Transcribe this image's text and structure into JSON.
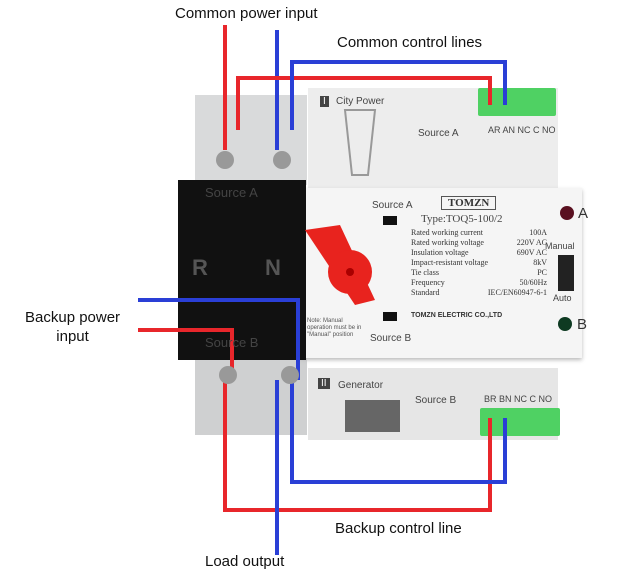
{
  "labels": {
    "common_power_input": "Common power input",
    "common_control_lines": "Common control lines",
    "backup_power_input": "Backup power\ninput",
    "backup_control_line": "Backup control line",
    "load_output": "Load output"
  },
  "device": {
    "source_a_top": "Source A",
    "source_b_bottom": "Source B",
    "r": "R",
    "n": "N",
    "city_power_num": "I",
    "city_power": "City Power",
    "source_a": "Source A",
    "terminals_a": "AR AN NC C NO",
    "generator_num": "II",
    "generator": "Generator",
    "source_b": "Source B",
    "terminals_b": "BR BN NC C NO",
    "panel_source_a": "Source A",
    "panel_source_b": "Source B",
    "brand": "TOMZN",
    "type": "Type:TOQ5-100/2",
    "specs": [
      [
        "Rated working current",
        "100A"
      ],
      [
        "Rated working voltage",
        "220V AC"
      ],
      [
        "Insulation voltage",
        "690V AC"
      ],
      [
        "Impact-resistant voltage",
        "8kV"
      ],
      [
        "Tie class",
        "PC"
      ],
      [
        "Frequency",
        "50/60Hz"
      ],
      [
        "Standard",
        "IEC/EN60947-6-1"
      ]
    ],
    "maker": "TOMZN ELECTRIC CO.,LTD",
    "led_a": "A",
    "led_b": "B",
    "manual": "Manual",
    "auto": "Auto",
    "note": "Note: Manual operation must be in \"Manual\" position"
  },
  "colors": {
    "red_wire": "#e8262b",
    "blue_wire": "#2a3fd6",
    "handle": "#e8231e",
    "terminal": "#4fd163"
  }
}
